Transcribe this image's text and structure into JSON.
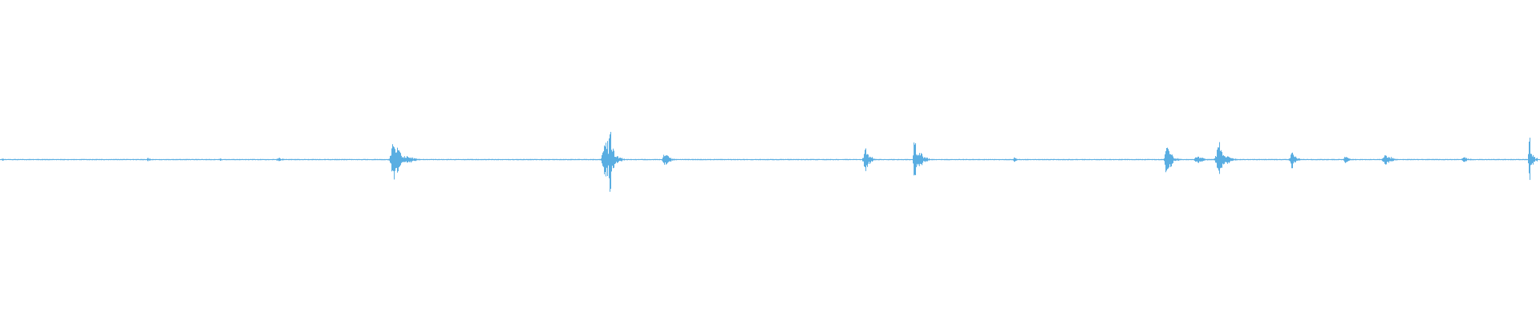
{
  "waveform": {
    "color": "#5aaee2",
    "background": "#ffffff",
    "noise_floor": 0.008,
    "events": [
      {
        "t": 0.0016,
        "amp": 0.03,
        "spread": 0.0016
      },
      {
        "t": 0.024,
        "amp": 0.025,
        "spread": 0.0015
      },
      {
        "t": 0.096,
        "amp": 0.04,
        "spread": 0.0022
      },
      {
        "t": 0.143,
        "amp": 0.035,
        "spread": 0.0013
      },
      {
        "t": 0.181,
        "amp": 0.045,
        "spread": 0.003
      },
      {
        "t": 0.191,
        "amp": 0.03,
        "spread": 0.001
      },
      {
        "t": 0.256,
        "amp": 0.45,
        "spread": 0.004
      },
      {
        "t": 0.265,
        "amp": 0.1,
        "spread": 0.004
      },
      {
        "t": 0.393,
        "amp": 0.6,
        "spread": 0.003
      },
      {
        "t": 0.396,
        "amp": 0.95,
        "spread": 0.0015
      },
      {
        "t": 0.401,
        "amp": 0.1,
        "spread": 0.003
      },
      {
        "t": 0.432,
        "amp": 0.18,
        "spread": 0.0025
      },
      {
        "t": 0.562,
        "amp": 0.37,
        "spread": 0.0022
      },
      {
        "t": 0.594,
        "amp": 0.8,
        "spread": 0.0012
      },
      {
        "t": 0.597,
        "amp": 0.2,
        "spread": 0.003
      },
      {
        "t": 0.659,
        "amp": 0.06,
        "spread": 0.0016
      },
      {
        "t": 0.758,
        "amp": 0.4,
        "spread": 0.0025
      },
      {
        "t": 0.778,
        "amp": 0.09,
        "spread": 0.004
      },
      {
        "t": 0.792,
        "amp": 0.4,
        "spread": 0.0035
      },
      {
        "t": 0.796,
        "amp": 0.12,
        "spread": 0.003
      },
      {
        "t": 0.839,
        "amp": 0.22,
        "spread": 0.0022
      },
      {
        "t": 0.874,
        "amp": 0.1,
        "spread": 0.0022
      },
      {
        "t": 0.9,
        "amp": 0.16,
        "spread": 0.003
      },
      {
        "t": 0.951,
        "amp": 0.06,
        "spread": 0.003
      },
      {
        "t": 0.9935,
        "amp": 0.65,
        "spread": 0.0012
      },
      {
        "t": 0.996,
        "amp": 0.1,
        "spread": 0.002
      }
    ]
  }
}
